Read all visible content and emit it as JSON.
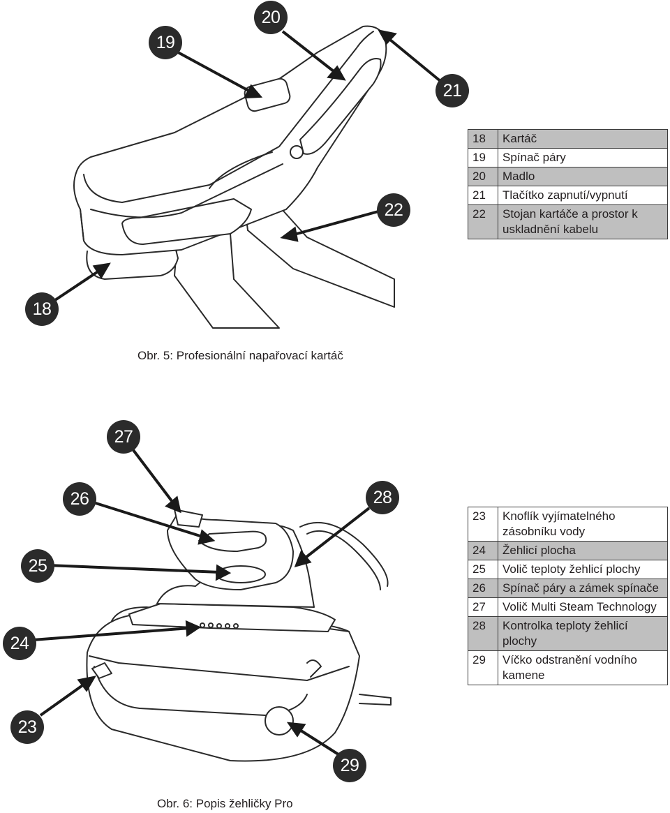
{
  "figure5": {
    "caption": "Obr. 5: Profesionální napařovací kartáč",
    "badges": {
      "b18": "18",
      "b19": "19",
      "b20": "20",
      "b21": "21",
      "b22": "22"
    },
    "legend": [
      {
        "num": "18",
        "text": "Kartáč"
      },
      {
        "num": "19",
        "text": "Spínač páry"
      },
      {
        "num": "20",
        "text": "Madlo"
      },
      {
        "num": "21",
        "text": "Tlačítko zapnutí/vypnutí"
      },
      {
        "num": "22",
        "text": "Stojan kartáče a prostor k uskladnění  kabelu"
      }
    ]
  },
  "figure6": {
    "caption": "Obr. 6: Popis žehličky Pro",
    "badges": {
      "b23": "23",
      "b24": "24",
      "b25": "25",
      "b26": "26",
      "b27": "27",
      "b28": "28",
      "b29": "29"
    },
    "legend": [
      {
        "num": "23",
        "text": "Knoflík vyjímatelného zásobníku vody"
      },
      {
        "num": "24",
        "text": "Žehlicí plocha"
      },
      {
        "num": "25",
        "text": "Volič teploty žehlicí plochy"
      },
      {
        "num": "26",
        "text": "Spínač páry a zámek spínače"
      },
      {
        "num": "27",
        "text": "Volič Multi Steam Technology"
      },
      {
        "num": "28",
        "text": "Kontrolka teploty žehlicí plochy"
      },
      {
        "num": "29",
        "text": "Víčko odstranění vodního kamene"
      }
    ]
  }
}
